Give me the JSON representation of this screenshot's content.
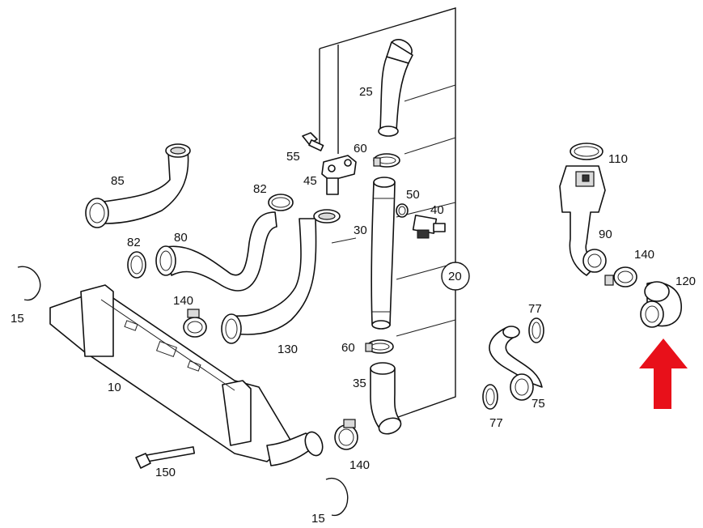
{
  "labels": {
    "l10": "10",
    "l15a": "15",
    "l15b": "15",
    "l20": "20",
    "l25": "25",
    "l30": "30",
    "l35": "35",
    "l40": "40",
    "l45": "45",
    "l50": "50",
    "l55": "55",
    "l60a": "60",
    "l60b": "60",
    "l75": "75",
    "l77a": "77",
    "l77b": "77",
    "l80": "80",
    "l82a": "82",
    "l82b": "82",
    "l85": "85",
    "l90": "90",
    "l110": "110",
    "l120": "120",
    "l130": "130",
    "l140a": "140",
    "l140b": "140",
    "l140c": "140",
    "l150": "150"
  },
  "colors": {
    "line": "#111111",
    "arrow": "#e8101a",
    "background": "#ffffff"
  },
  "icons": {
    "indicator": "red-up-arrow-icon"
  }
}
